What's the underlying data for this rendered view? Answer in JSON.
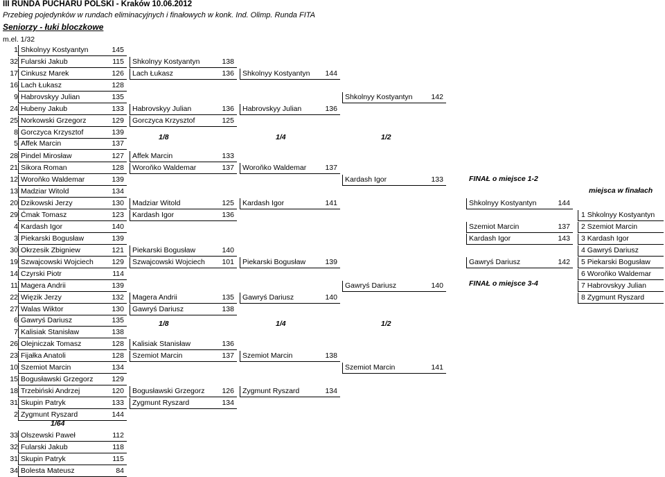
{
  "header": {
    "title": "III RUNDA PUCHARU POLSKI - Kraków 10.06.2012",
    "subtitle": "Przebieg pojedynków w rundach eliminacyjnych i finałowych w konk. Ind. Olimp. Runda FITA",
    "category": "Seniorzy - łuki bloczkowe",
    "round_label": "m.el. 1/32"
  },
  "labels": {
    "r18_a": "1/8",
    "r14_a": "1/4",
    "r12_a": "1/2",
    "r18_b": "1/8",
    "r14_b": "1/4",
    "r12_b": "1/2",
    "r164": "1/64",
    "final12": "FINAŁ o miejsce 1-2",
    "final34": "FINAŁ o miejsce 3-4",
    "places_title": "miejsca w finałach"
  },
  "r32": [
    {
      "seed": "1",
      "name": "Shkolnyy Kostyantyn",
      "score": "145"
    },
    {
      "seed": "32",
      "name": "Fularski Jakub",
      "score": "115"
    },
    {
      "seed": "17",
      "name": "Cinkusz Marek",
      "score": "126"
    },
    {
      "seed": "16",
      "name": "Lach Łukasz",
      "score": "128"
    },
    {
      "seed": "9",
      "name": "Habrovskyy Julian",
      "score": "135"
    },
    {
      "seed": "24",
      "name": "Hubeny Jakub",
      "score": "133"
    },
    {
      "seed": "25",
      "name": "Norkowski Grzegorz",
      "score": "129"
    },
    {
      "seed": "8",
      "name": "Gorczyca Krzysztof",
      "score": "139"
    },
    {
      "seed": "5",
      "name": "Affek Marcin",
      "score": "137"
    },
    {
      "seed": "28",
      "name": "Pindel Mirosław",
      "score": "127"
    },
    {
      "seed": "21",
      "name": "Sikora Roman",
      "score": "128"
    },
    {
      "seed": "12",
      "name": "Woroňko Waldemar",
      "score": "139"
    },
    {
      "seed": "13",
      "name": "Madziar Witold",
      "score": "134"
    },
    {
      "seed": "20",
      "name": "Dzikowski Jerzy",
      "score": "130"
    },
    {
      "seed": "29",
      "name": "Ćmak Tomasz",
      "score": "123"
    },
    {
      "seed": "4",
      "name": "Kardash Igor",
      "score": "140"
    },
    {
      "seed": "3",
      "name": "Piekarski Bogusław",
      "score": "139"
    },
    {
      "seed": "30",
      "name": "Okrzesik Zbigniew",
      "score": "121"
    },
    {
      "seed": "19",
      "name": "Szwajcowski Wojciech",
      "score": "129"
    },
    {
      "seed": "14",
      "name": "Czyrski Piotr",
      "score": "114"
    },
    {
      "seed": "11",
      "name": "Magera Andrii",
      "score": "139"
    },
    {
      "seed": "22",
      "name": "Więzik Jerzy",
      "score": "132"
    },
    {
      "seed": "27",
      "name": "Walas Wiktor",
      "score": "130"
    },
    {
      "seed": "6",
      "name": "Gawryś Dariusz",
      "score": "135"
    },
    {
      "seed": "7",
      "name": "Kalisiak Stanisław",
      "score": "138"
    },
    {
      "seed": "26",
      "name": "Olejniczak Tomasz",
      "score": "128"
    },
    {
      "seed": "23",
      "name": "Fijałka Anatoli",
      "score": "128"
    },
    {
      "seed": "10",
      "name": "Szemiot Marcin",
      "score": "134"
    },
    {
      "seed": "15",
      "name": "Bogusławski Grzegorz",
      "score": "129"
    },
    {
      "seed": "18",
      "name": "Trzebiński Andrzej",
      "score": "120"
    },
    {
      "seed": "31",
      "name": "Skupin Patryk",
      "score": "133"
    },
    {
      "seed": "2",
      "name": "Zygmunt Ryszard",
      "score": "144"
    }
  ],
  "r64": [
    {
      "seed": "33",
      "name": "Olszewski Paweł",
      "score": "112"
    },
    {
      "seed": "32",
      "name": "Fularski Jakub",
      "score": "118"
    },
    {
      "seed": "31",
      "name": "Skupin Patryk",
      "score": "115"
    },
    {
      "seed": "34",
      "name": "Bolesta Mateusz",
      "score": "84"
    }
  ],
  "r16": [
    {
      "name": "Shkolnyy Kostyantyn",
      "score": "138"
    },
    {
      "name": "Lach Łukasz",
      "score": "136"
    },
    {
      "name": "Habrovskyy Julian",
      "score": "136"
    },
    {
      "name": "Gorczyca Krzysztof",
      "score": "125"
    },
    {
      "name": "Affek Marcin",
      "score": "133"
    },
    {
      "name": "Woroňko Waldemar",
      "score": "137"
    },
    {
      "name": "Madziar Witold",
      "score": "125"
    },
    {
      "name": "Kardash Igor",
      "score": "136"
    },
    {
      "name": "Piekarski Bogusław",
      "score": "140"
    },
    {
      "name": "Szwajcowski Wojciech",
      "score": "101"
    },
    {
      "name": "Magera Andrii",
      "score": "135"
    },
    {
      "name": "Gawryś Dariusz",
      "score": "138"
    },
    {
      "name": "Kalisiak Stanisław",
      "score": "136"
    },
    {
      "name": "Szemiot Marcin",
      "score": "137"
    },
    {
      "name": "Bogusławski Grzegorz",
      "score": "126"
    },
    {
      "name": "Zygmunt Ryszard",
      "score": "134"
    }
  ],
  "r8": [
    {
      "name": "Shkolnyy Kostyantyn",
      "score": "144"
    },
    {
      "name": "Habrovskyy Julian",
      "score": "136"
    },
    {
      "name": "Woroňko Waldemar",
      "score": "137"
    },
    {
      "name": "Kardash Igor",
      "score": "141"
    },
    {
      "name": "Piekarski Bogusław",
      "score": "139"
    },
    {
      "name": "Gawryś Dariusz",
      "score": "140"
    },
    {
      "name": "Szemiot Marcin",
      "score": "138"
    },
    {
      "name": "Zygmunt Ryszard",
      "score": "134"
    }
  ],
  "r4": [
    {
      "name": "Shkolnyy Kostyantyn",
      "score": "142"
    },
    {
      "name": "Kardash Igor",
      "score": "133"
    },
    {
      "name": "Gawryś Dariusz",
      "score": "140"
    },
    {
      "name": "Szemiot Marcin",
      "score": "141"
    }
  ],
  "finals": [
    {
      "name": "Shkolnyy Kostyantyn",
      "score": "144"
    },
    {
      "name": "Szemiot Marcin",
      "score": "137"
    },
    {
      "name": "Kardash Igor",
      "score": "143"
    },
    {
      "name": "Gawryś Dariusz",
      "score": "142"
    }
  ],
  "places": [
    {
      "place": "1",
      "name": "Shkolnyy Kostyantyn"
    },
    {
      "place": "2",
      "name": "Szemiot Marcin"
    },
    {
      "place": "3",
      "name": "Kardash Igor"
    },
    {
      "place": "4",
      "name": "Gawryś Dariusz"
    },
    {
      "place": "5",
      "name": "Piekarski Bogusław"
    },
    {
      "place": "6",
      "name": "Woroňko Waldemar"
    },
    {
      "place": "7",
      "name": "Habrovskyy Julian"
    },
    {
      "place": "8",
      "name": "Zygmunt Ryszard"
    }
  ]
}
